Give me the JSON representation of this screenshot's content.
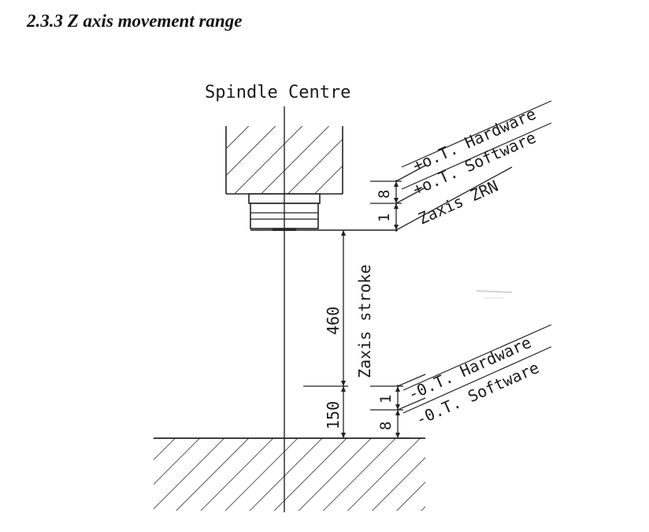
{
  "heading": "2.3.3 Z axis movement range",
  "diagram": {
    "spindle_label": "Spindle Centre",
    "limits_top": {
      "hardware": "+o.T. Hardware",
      "software": "+o.T. Software",
      "zrn": "Zaxis ZRN",
      "dim_hw_sw": "8",
      "dim_sw_zrn": "1"
    },
    "stroke": {
      "label": "Zaxis stroke",
      "value": "460"
    },
    "limits_bottom": {
      "hardware": "-0.T. Hardware",
      "software": "-0.T. Software",
      "offset_value": "150",
      "dim_hw_sw": "1",
      "dim_sw_table": "8"
    }
  }
}
